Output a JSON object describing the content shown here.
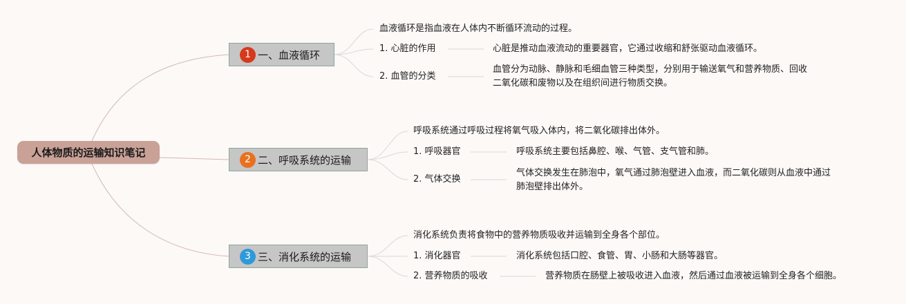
{
  "root": {
    "title": "人体物质的运输知识笔记"
  },
  "sections": [
    {
      "number": "1",
      "color": "#d63a1c",
      "title": "一、血液循环",
      "summary": "血液循环是指血液在人体内不断循环流动的过程。",
      "items": [
        {
          "label": "1. 心脏的作用",
          "desc": [
            "心脏是推动血液流动的重要器官，它通过收缩和舒张驱动血液循环。"
          ]
        },
        {
          "label": "2. 血管的分类",
          "desc": [
            "血管分为动脉、静脉和毛细血管三种类型，分别用于输送氧气和营养物质、回收",
            "二氧化碳和废物以及在组织间进行物质交换。"
          ]
        }
      ]
    },
    {
      "number": "2",
      "color": "#e8711f",
      "title": "二、呼吸系统的运输",
      "summary": "呼吸系统通过呼吸过程将氧气吸入体内，将二氧化碳排出体外。",
      "items": [
        {
          "label": "1. 呼吸器官",
          "desc": [
            "呼吸系统主要包括鼻腔、喉、气管、支气管和肺。"
          ]
        },
        {
          "label": "2. 气体交换",
          "desc": [
            "气体交换发生在肺泡中，氧气通过肺泡壁进入血液，而二氧化碳则从血液中通过",
            "肺泡壁排出体外。"
          ]
        }
      ]
    },
    {
      "number": "3",
      "color": "#2f9ad8",
      "title": "三、消化系统的运输",
      "summary": "消化系统负责将食物中的营养物质吸收并运输到全身各个部位。",
      "items": [
        {
          "label": "1. 消化器官",
          "desc": [
            "消化系统包括口腔、食管、胃、小肠和大肠等器官。"
          ]
        },
        {
          "label": "2. 营养物质的吸收",
          "desc": [
            "营养物质在肠壁上被吸收进入血液，然后通过血液被运输到全身各个细胞。"
          ]
        }
      ]
    }
  ]
}
